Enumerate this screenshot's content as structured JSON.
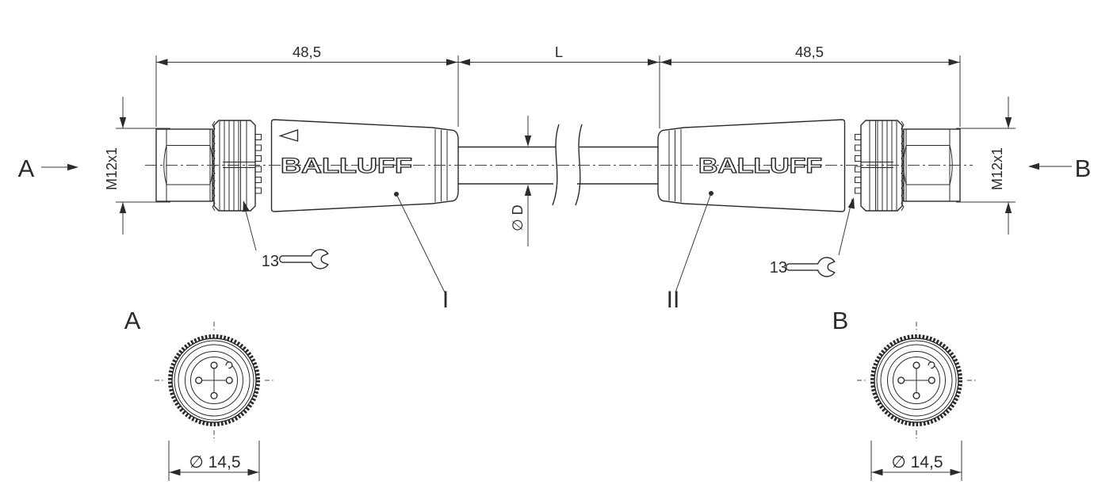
{
  "diagram": {
    "title_hint": "M12 male to M12 male cordset technical drawing",
    "top_dimensions": {
      "left": "48,5",
      "middle": "L",
      "right": "48,5"
    },
    "side_a": {
      "view_label": "A",
      "thread": "M12x1",
      "logo": "BALLUFF",
      "wrench_size": "13",
      "part_ref": "I"
    },
    "side_b": {
      "view_label": "B",
      "thread": "M12x1",
      "logo": "BALLUFF",
      "wrench_size": "13",
      "part_ref": "II"
    },
    "cable": {
      "diameter": "∅ D"
    },
    "end_view_a": {
      "label": "A",
      "diameter": "∅ 14,5"
    },
    "end_view_b": {
      "label": "B",
      "diameter": "∅ 14,5"
    },
    "colors": {
      "line": "#2b2b2b",
      "dim_line": "#3a3a3a",
      "background": "#ffffff"
    }
  }
}
